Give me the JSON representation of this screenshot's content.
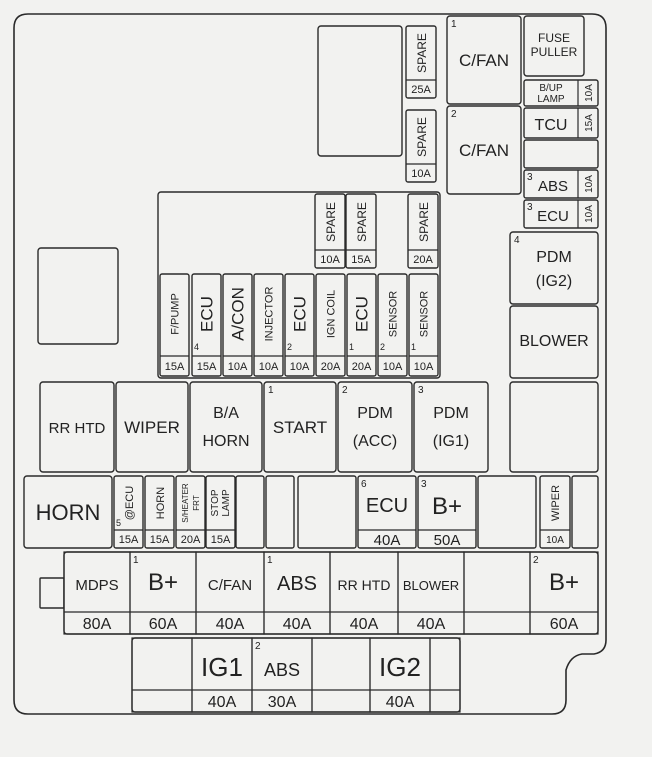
{
  "spare": "SPARE",
  "cfan_1": {
    "pos": "1",
    "label": "C/FAN"
  },
  "cfan_2": {
    "pos": "2",
    "label": "C/FAN"
  },
  "fuse_puller_1": "FUSE",
  "fuse_puller_2": "PULLER",
  "bup_1": "B/UP",
  "bup_2": "LAMP",
  "tcu": "TCU",
  "abs_small": {
    "pos": "3",
    "label": "ABS"
  },
  "ecu_small": {
    "pos": "3",
    "label": "ECU"
  },
  "pdm_ig2": {
    "pos": "4",
    "label1": "PDM",
    "label2": "(IG2)"
  },
  "blower": "BLOWER",
  "vertical_fuses": [
    {
      "label": "F/PUMP",
      "pos": "",
      "amp": "15A"
    },
    {
      "label": "ECU",
      "pos": "4",
      "amp": "15A"
    },
    {
      "label": "A/CON",
      "pos": "",
      "amp": "10A"
    },
    {
      "label": "INJECTOR",
      "pos": "",
      "amp": "10A"
    },
    {
      "label": "ECU",
      "pos": "2",
      "amp": "10A"
    },
    {
      "label": "IGN COIL",
      "pos": "",
      "amp": "20A"
    },
    {
      "label": "ECU",
      "pos": "1",
      "amp": "20A"
    },
    {
      "label": "SENSOR",
      "pos": "2",
      "amp": "10A"
    },
    {
      "label": "SENSOR",
      "pos": "1",
      "amp": "10A"
    }
  ],
  "relay_row": {
    "rr_htd": "RR HTD",
    "wiper": "WIPER",
    "ba_horn_1": "B/A",
    "ba_horn_2": "HORN",
    "start": {
      "pos": "1",
      "label": "START"
    },
    "pdm_acc": {
      "pos": "2",
      "label1": "PDM",
      "label2": "(ACC)"
    },
    "pdm_ig1": {
      "pos": "3",
      "label1": "PDM",
      "label2": "(IG1)"
    }
  },
  "row5": {
    "horn": "HORN",
    "small": [
      {
        "label": "@ECU",
        "pos": "5",
        "amp": "15A"
      },
      {
        "label": "HORN",
        "pos": "",
        "amp": "15A"
      },
      {
        "label1": "S/HEATER",
        "label2": "FRT",
        "pos": "",
        "amp": "20A"
      },
      {
        "label1": "STOP",
        "label2": "LAMP",
        "pos": "",
        "amp": "15A"
      }
    ],
    "ecu": {
      "pos": "6",
      "label": "ECU",
      "amp": "40A"
    },
    "bplus": {
      "pos": "3",
      "label": "B+",
      "amp": "50A"
    },
    "wiper": {
      "label": "WIPER",
      "amp": "10A"
    }
  },
  "row6": [
    {
      "label": "MDPS",
      "pos": "",
      "amp": "80A"
    },
    {
      "label": "B+",
      "pos": "1",
      "amp": "60A"
    },
    {
      "label": "C/FAN",
      "pos": "",
      "amp": "40A"
    },
    {
      "label": "ABS",
      "pos": "1",
      "amp": "40A"
    },
    {
      "label": "RR HTD",
      "pos": "",
      "amp": "40A"
    },
    {
      "label": "BLOWER",
      "pos": "",
      "amp": "40A"
    },
    {
      "label": "B+",
      "pos": "2",
      "amp": "60A"
    }
  ],
  "row7": [
    {
      "label": "IG1",
      "pos": "",
      "amp": "40A"
    },
    {
      "label": "ABS",
      "pos": "2",
      "amp": "30A"
    },
    {
      "label": "IG2",
      "pos": "",
      "amp": "40A"
    }
  ],
  "amps": {
    "a10": "10A",
    "a15": "15A",
    "a20": "20A",
    "a25": "25A"
  }
}
